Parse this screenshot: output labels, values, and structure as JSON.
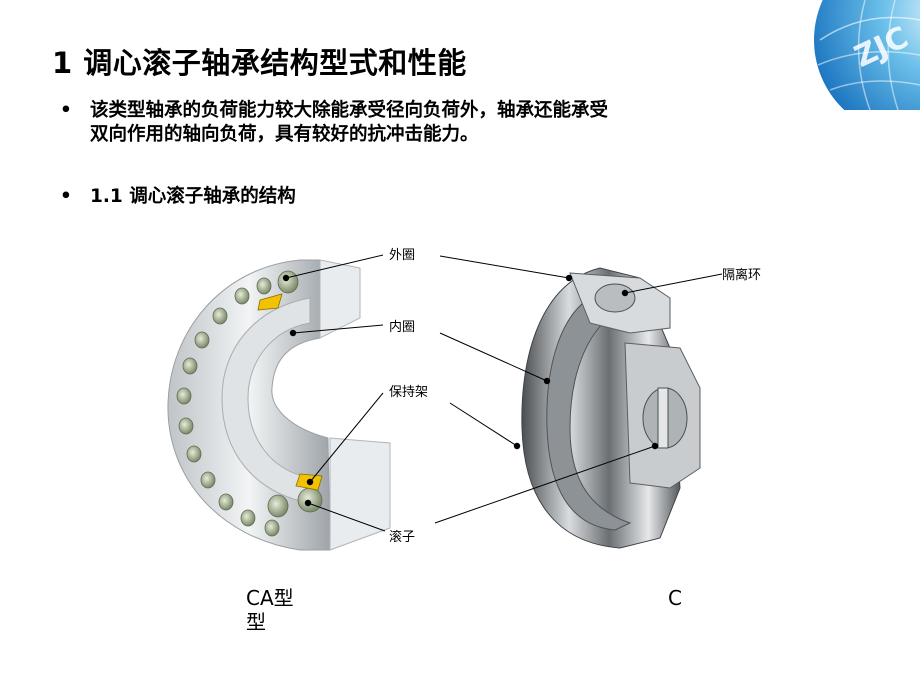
{
  "title": "1 调心滚子轴承结构型式和性能",
  "bullets": [
    {
      "marker": "•",
      "lines": [
        "该类型轴承的负荷能力较大除能承受径向负荷外，轴承还能承受",
        "双向作用的轴向负荷，具有较好的抗冲击能力。"
      ]
    },
    {
      "marker": "•",
      "lines": [
        "1.1 调心滚子轴承的结构"
      ]
    }
  ],
  "diagram": {
    "labels": {
      "outer_ring": "外圈",
      "inner_ring": "内圈",
      "cage": "保持架",
      "roller": "滚子",
      "spacer_ring": "隔离环"
    }
  },
  "captions": {
    "left_line1": "CA型",
    "left_line2": "型",
    "right": "C"
  },
  "colors": {
    "accent_blue": "#1c76c0",
    "cage_yellow": "#f2c200"
  }
}
